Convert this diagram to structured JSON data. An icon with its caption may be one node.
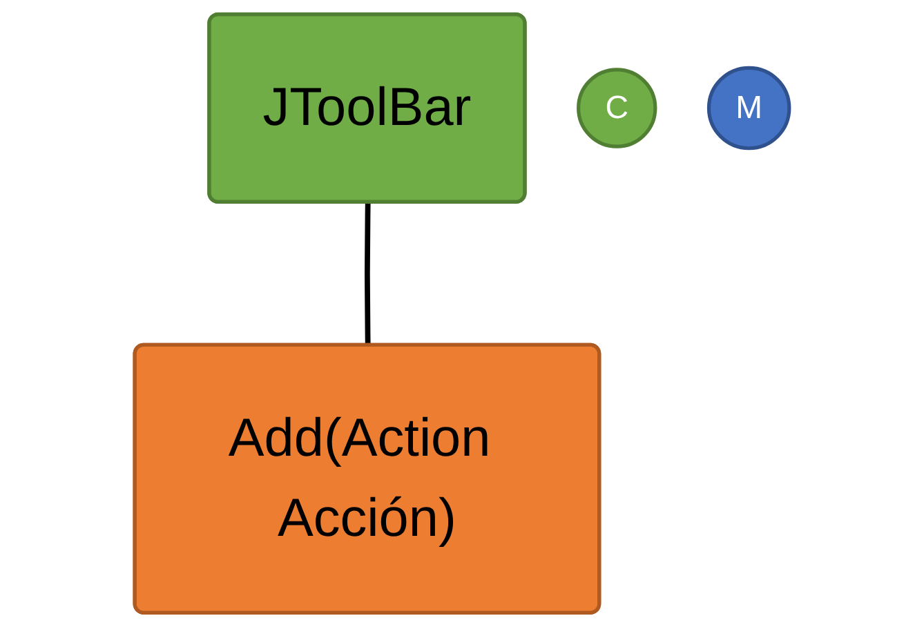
{
  "diagram": {
    "nodes": [
      {
        "text": [
          "JToolBar"
        ]
      },
      {
        "text": [
          "C"
        ]
      },
      {
        "text": [
          "Add(Action Acción)"
        ]
      },
      {
        "text": [
          "M"
        ]
      }
    ],
    "edges": [
      {
        "from": 0,
        "to": 2,
        "arrow": "none"
      }
    ]
  }
}
